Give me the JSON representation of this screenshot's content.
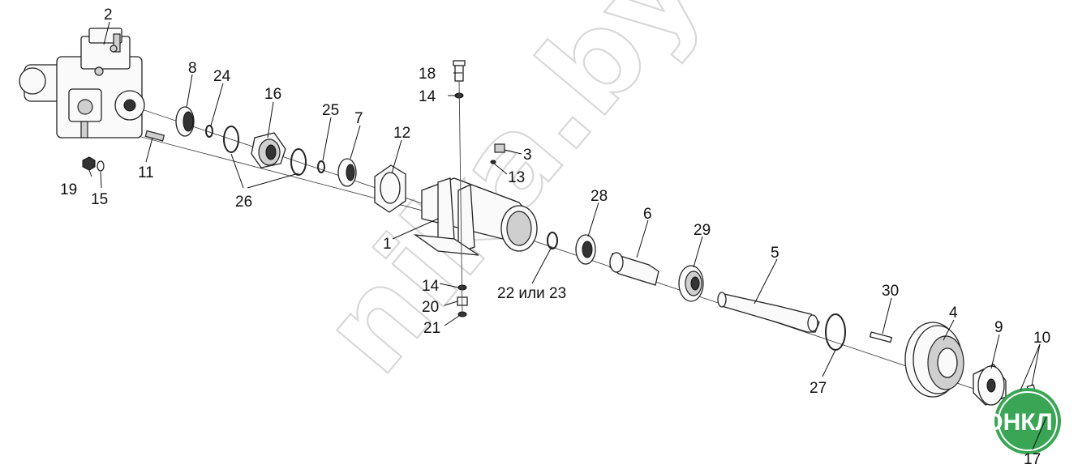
{
  "diagram": {
    "part_labels": {
      "p1": "1",
      "p2": "2",
      "p3": "3",
      "p4": "4",
      "p5": "5",
      "p6": "6",
      "p7": "7",
      "p8": "8",
      "p9": "9",
      "p10": "10",
      "p11": "11",
      "p12": "12",
      "p13": "13",
      "p14a": "14",
      "p14b": "14",
      "p15": "15",
      "p16": "16",
      "p17": "17",
      "p18": "18",
      "p19": "19",
      "p20": "20",
      "p21": "21",
      "p22_23": "22 или 23",
      "p24": "24",
      "p25": "25",
      "p26": "26",
      "p27": "27",
      "p28": "28",
      "p29": "29",
      "p30": "30"
    },
    "watermark": "nika.by",
    "logo": "АГРОНКЛ"
  },
  "colors": {
    "logo_green": "#3aa655",
    "line": "#111111",
    "watermark": "#d8d8d8"
  }
}
